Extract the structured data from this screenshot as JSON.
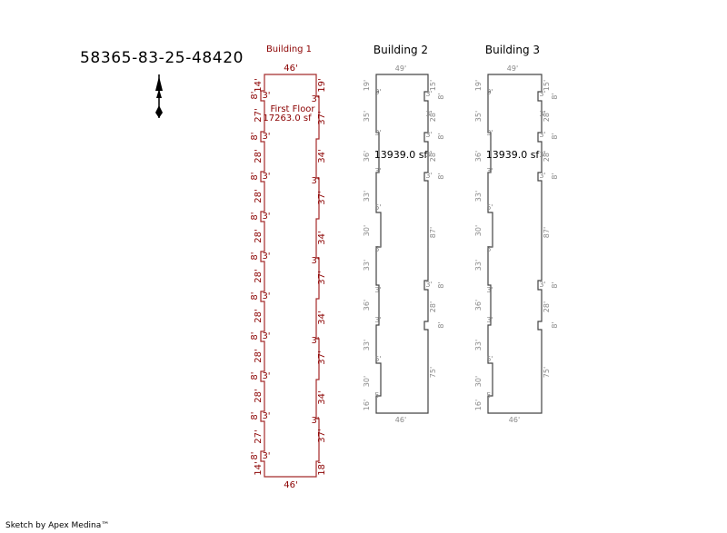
{
  "parcel_id": "58365-83-25-48420",
  "footer": "Sketch by Apex Medina™",
  "buildings": [
    {
      "title": "Building 1",
      "floor_label": "First Floor",
      "area": "17263.0 sf",
      "dims": {
        "top": "46'",
        "bottom": "46'",
        "left_outer": [
          "14'",
          "27'",
          "28'",
          "28'",
          "28'",
          "28'",
          "28'",
          "28'",
          "28'",
          "27'",
          "14'"
        ],
        "left_steps": [
          "8'",
          "8'",
          "8'",
          "8'",
          "8'",
          "8'",
          "8'",
          "8'",
          "8'",
          "8'",
          "8'"
        ],
        "left_jogs": [
          "3'",
          "3'",
          "3'",
          "3'",
          "3'",
          "3'",
          "3'",
          "3'",
          "3'",
          "3'",
          "3'"
        ],
        "right_outer": [
          "19'",
          "37'",
          "34'",
          "37'",
          "34'",
          "37'",
          "34'",
          "37'",
          "34'",
          "37'",
          "18'"
        ],
        "right_jogs": [
          "3'",
          "3'",
          "3'",
          "3'",
          "3'"
        ]
      }
    },
    {
      "title": "Building 2",
      "area": "13939.0 sf",
      "dims": {
        "top": "49'",
        "bottom": "46'",
        "left_outer": [
          "19'",
          "35'",
          "36'",
          "33'",
          "30'",
          "33'",
          "36'",
          "33'",
          "30'",
          "16'"
        ],
        "left_jogs": [
          "3'",
          "3'",
          "3'",
          "5'",
          "5'",
          "3'",
          "3'",
          "5'",
          "5'"
        ],
        "right_outer": [
          "15'",
          "28'",
          "28'",
          "87'",
          "28'",
          "75'"
        ],
        "right_steps": [
          "8'",
          "8'",
          "8'",
          "8'",
          "8'"
        ],
        "right_jogs": [
          "3'",
          "3'",
          "3'",
          "3'",
          "3'",
          "3'"
        ]
      }
    },
    {
      "title": "Building 3",
      "area": "13939.0 sf",
      "dims": {
        "top": "49'",
        "bottom": "46'",
        "left_outer": [
          "19'",
          "35'",
          "36'",
          "33'",
          "30'",
          "33'",
          "36'",
          "33'",
          "30'",
          "16'"
        ],
        "left_jogs": [
          "3'",
          "3'",
          "3'",
          "5'",
          "5'",
          "3'",
          "3'",
          "5'",
          "5'"
        ],
        "right_outer": [
          "15'",
          "28'",
          "28'",
          "87'",
          "28'",
          "75'"
        ],
        "right_steps": [
          "8'",
          "8'",
          "8'",
          "8'",
          "8'"
        ],
        "right_jogs": [
          "3'",
          "3'",
          "3'",
          "3'",
          "3'",
          "3'"
        ]
      }
    }
  ],
  "colors": {
    "building1": "#a52a2a",
    "outline": "#444444",
    "dim_gray": "#888888",
    "label_red": "#8b0000"
  },
  "icons": {
    "north_arrow": "north-arrow-icon"
  }
}
